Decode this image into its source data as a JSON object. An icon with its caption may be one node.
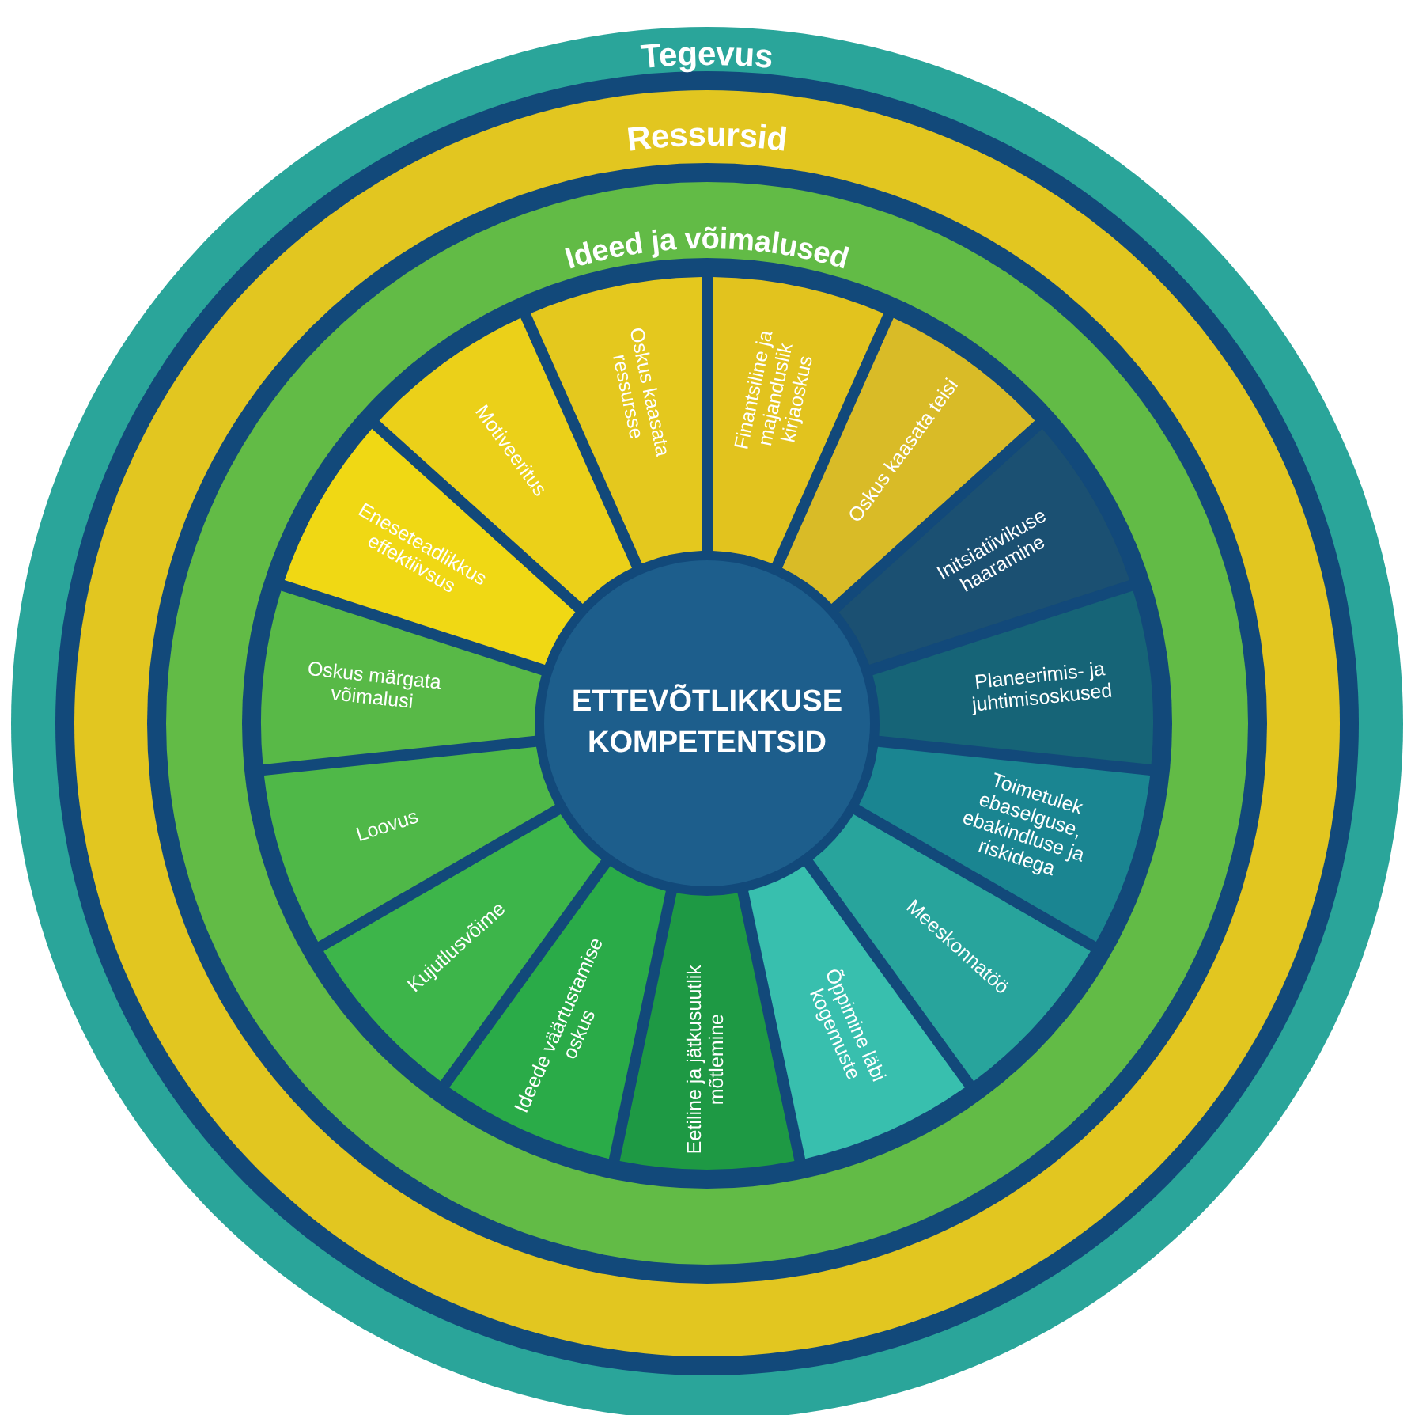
{
  "diagram": {
    "nodes": [
      {
        "text": [
          "Tegevus"
        ]
      },
      {
        "text": [
          "Ressursid"
        ],
        "in": 0
      },
      {
        "text": [
          "Ideed ja võimalused"
        ],
        "in": 1
      },
      {
        "text": [
          "ETTEVÕTLIKKUSE KOMPETENTSID"
        ],
        "in": 2
      },
      {
        "text": [
          "Oskus kaasata ressursse"
        ],
        "in": 2
      },
      {
        "text": [
          "Finantsiline ja majanduslik kirjaoskus"
        ],
        "in": 2
      },
      {
        "text": [
          "Oskus kaasata teisi"
        ],
        "in": 2
      },
      {
        "text": [
          "Initsiatiivikuse haaramine"
        ],
        "in": 2
      },
      {
        "text": [
          "Planeerimis- ja juhtimisoskused"
        ],
        "in": 2
      },
      {
        "text": [
          "Toimetulek ebaselguse, ebakindluse ja riskidega"
        ],
        "in": 2
      },
      {
        "text": [
          "Meeskonnatöö"
        ],
        "in": 2
      },
      {
        "text": [
          "Õppimine läbi kogemuste"
        ],
        "in": 2
      },
      {
        "text": [
          "Eetiline ja jätkusuutlik mõtlemine"
        ],
        "in": 2
      },
      {
        "text": [
          "Ideede väärtustamise oskus"
        ],
        "in": 2
      },
      {
        "text": [
          "Kujutlusvõime"
        ],
        "in": 2
      },
      {
        "text": [
          "Loovus"
        ],
        "in": 2
      },
      {
        "text": [
          "Oskus märgata võimalusi"
        ],
        "in": 2
      },
      {
        "text": [
          "Eneseteadlikkus effektiivsus"
        ],
        "in": 2
      },
      {
        "text": [
          "Motiveeritus"
        ],
        "in": 2
      }
    ]
  }
}
